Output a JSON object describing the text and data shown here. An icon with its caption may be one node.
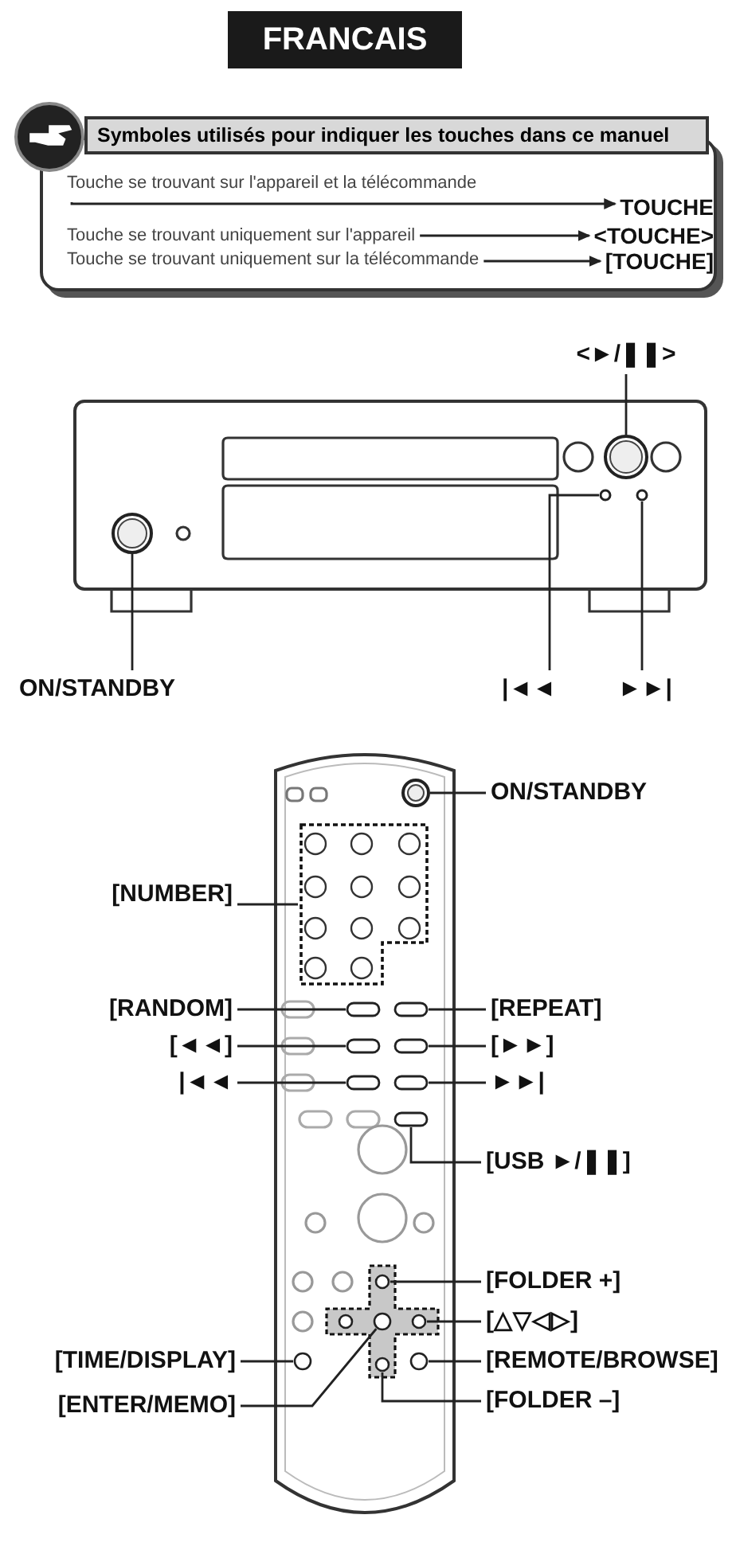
{
  "diagram": {
    "nodes": [
      {
        "text": [
          "Symboles utilisés pour indiquer les touches dans ce manuel"
        ]
      },
      {
        "text": [
          "Touche se trouvant sur l'appareil et la télécommande"
        ],
        "in": 0
      },
      {
        "text": [
          "TOUCHE"
        ],
        "in": 0
      },
      {
        "text": [
          "Touche se trouvant uniquement sur l'appareil"
        ],
        "in": 0
      },
      {
        "text": [
          "<TOUCHE>"
        ],
        "in": 0
      },
      {
        "text": [
          "Touche se trouvant uniquement sur la télécommande"
        ],
        "in": 0
      },
      {
        "text": [
          "[TOUCHE]"
        ],
        "in": 0
      },
      {
        "text": [],
        "shape": "picture"
      },
      {
        "text": [],
        "shape": "circle",
        "in": 7
      },
      {
        "text": [],
        "shape": "circle",
        "in": 7
      },
      {
        "text": [],
        "shape": "circle",
        "in": 7
      },
      {
        "text": [],
        "shape": "circle",
        "in": 7
      },
      {
        "text": [
          "<►/❚❚>"
        ]
      },
      {
        "text": [
          "ON/STANDBY"
        ]
      },
      {
        "text": [
          "|◄◄"
        ]
      },
      {
        "text": [
          "►►|"
        ]
      },
      {
        "text": [],
        "shape": "picture"
      },
      {
        "text": [],
        "shape": "circle",
        "in": 16
      },
      {
        "text": [],
        "shape": "box",
        "in": 16
      },
      {
        "text": [],
        "shape": "box",
        "in": 16
      },
      {
        "text": [],
        "shape": "box",
        "in": 16
      },
      {
        "text": [],
        "shape": "box",
        "in": 16
      },
      {
        "text": [],
        "shape": "box",
        "in": 16
      },
      {
        "text": [],
        "shape": "box",
        "in": 16
      },
      {
        "text": [],
        "shape": "box",
        "in": 16
      },
      {
        "text": [],
        "shape": "box",
        "in": 16
      },
      {
        "text": [],
        "shape": "circle",
        "in": 16
      },
      {
        "text": [],
        "shape": "circle",
        "in": 16
      },
      {
        "text": [],
        "shape": "circle",
        "in": 16
      },
      {
        "text": [],
        "shape": "circle",
        "in": 16
      },
      {
        "text": [],
        "shape": "circle",
        "in": 16
      },
      {
        "text": [],
        "shape": "circle",
        "in": 16
      },
      {
        "text": [
          "ON/STANDBY"
        ]
      },
      {
        "text": [
          "[NUMBER]"
        ]
      },
      {
        "text": [
          "[RANDOM]"
        ]
      },
      {
        "text": [
          "[REPEAT]"
        ]
      },
      {
        "text": [
          "[◄◄]"
        ]
      },
      {
        "text": [
          "[►►]"
        ]
      },
      {
        "text": [
          "|◄◄"
        ]
      },
      {
        "text": [
          "►►|"
        ]
      },
      {
        "text": [
          "[USB ►/❚❚]"
        ]
      },
      {
        "text": [
          "[FOLDER +]"
        ]
      },
      {
        "text": [
          "[△▽◁▷]"
        ]
      },
      {
        "text": [
          "[TIME/DISPLAY]"
        ]
      },
      {
        "text": [
          "[REMOTE/BROWSE]"
        ]
      },
      {
        "text": [
          "[ENTER/MEMO]"
        ]
      },
      {
        "text": [
          "[FOLDER –]"
        ]
      },
      {
        "text": [],
        "shape": "circle",
        "in": 16
      }
    ],
    "edges": [
      {
        "from": 1,
        "to": 2,
        "arrow": "to"
      },
      {
        "from": 3,
        "to": 4,
        "arrow": "to"
      },
      {
        "from": 5,
        "to": 6,
        "arrow": "to"
      },
      {
        "from": 12,
        "to": 8,
        "arrow": "none"
      },
      {
        "from": 13,
        "to": 9,
        "arrow": "none"
      },
      {
        "from": 14,
        "to": 10,
        "arrow": "none"
      },
      {
        "from": 15,
        "to": 11,
        "arrow": "none"
      },
      {
        "from": 32,
        "to": 17,
        "arrow": "none"
      },
      {
        "from": 33,
        "to": 18,
        "arrow": "none"
      },
      {
        "from": 34,
        "to": 19,
        "arrow": "none"
      },
      {
        "from": 35,
        "to": 20,
        "arrow": "none"
      },
      {
        "from": 36,
        "to": 21,
        "arrow": "none"
      },
      {
        "from": 37,
        "to": 22,
        "arrow": "none"
      },
      {
        "from": 38,
        "to": 23,
        "arrow": "none"
      },
      {
        "from": 39,
        "to": 24,
        "arrow": "none"
      },
      {
        "from": 40,
        "to": 25,
        "arrow": "none"
      },
      {
        "from": 41,
        "to": 26,
        "arrow": "none"
      },
      {
        "from": 42,
        "to": 27,
        "arrow": "none"
      },
      {
        "from": 43,
        "to": 28,
        "arrow": "none"
      },
      {
        "from": 44,
        "to": 30,
        "arrow": "none"
      },
      {
        "from": 45,
        "to": 29,
        "arrow": "none"
      },
      {
        "from": 46,
        "to": 31,
        "arrow": "none"
      }
    ],
    "labels": [
      "FRANCAIS"
    ]
  }
}
